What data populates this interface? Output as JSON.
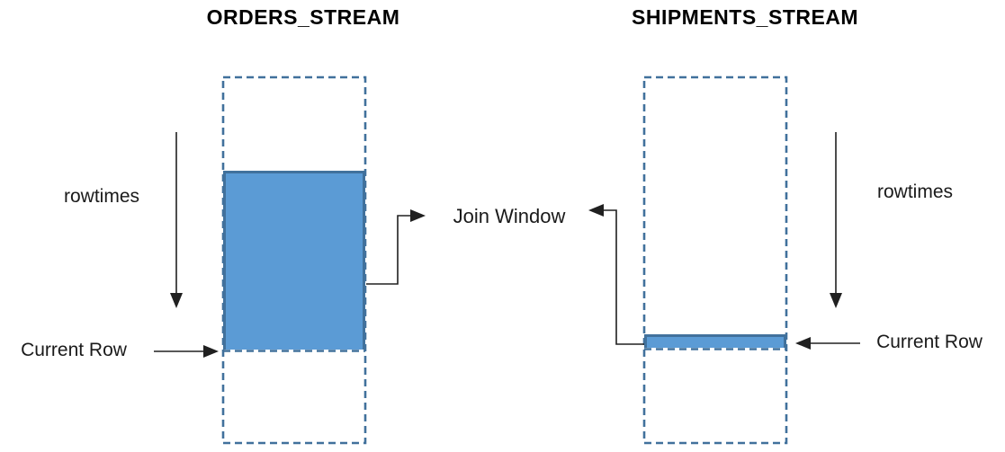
{
  "diagram": {
    "orders_stream": {
      "title": "ORDERS_STREAM",
      "rowtimes_label": "rowtimes",
      "current_row_label": "Current Row"
    },
    "shipments_stream": {
      "title": "SHIPMENTS_STREAM",
      "rowtimes_label": "rowtimes",
      "current_row_label": "Current Row"
    },
    "join_window_label": "Join Window",
    "colors": {
      "window_fill": "#5B9BD5",
      "window_border": "#41719C",
      "stream_border": "#41719C",
      "arrow_color": "#202020",
      "text_color": "#1A1A1A",
      "title_color": "#000000"
    }
  }
}
